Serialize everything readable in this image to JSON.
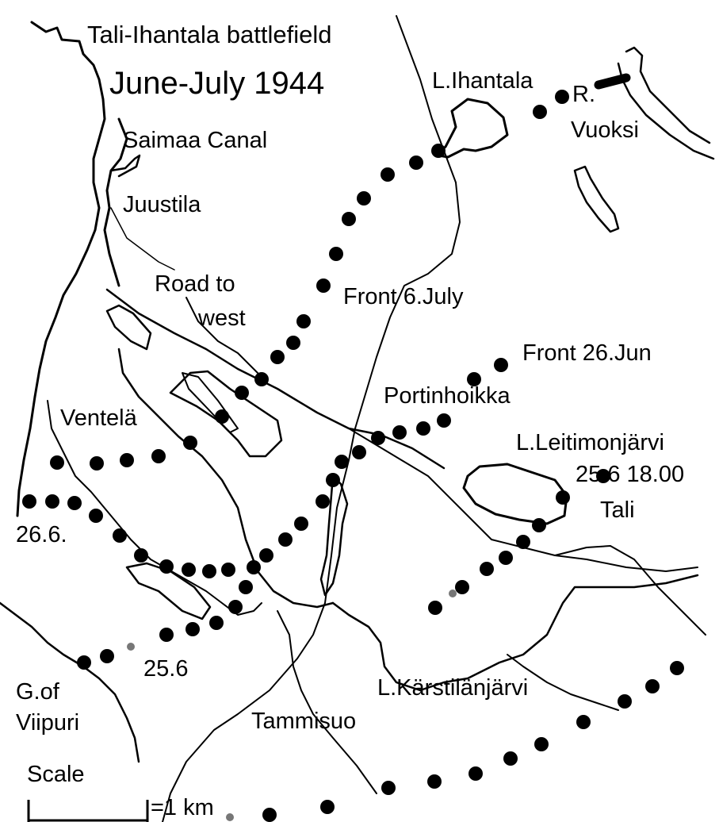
{
  "map": {
    "title": "Tali-Ihantala battlefield",
    "subtitle": "June-July 1944",
    "labels": {
      "lake_ihantala": "L.Ihantala",
      "river_vuoksi_1": "R.",
      "river_vuoksi_2": "Vuoksi",
      "saimaa_canal": "Saimaa Canal",
      "juustila": "Juustila",
      "road_to_west_1": "Road to",
      "road_to_west_2": "west",
      "front_6_july": "Front 6.July",
      "front_26_jun": "Front 26.Jun",
      "portinhoikka": "Portinhoikka",
      "ventela": "Ventelä",
      "lake_leitimonjarvi": "L.Leitimonjärvi",
      "time_25_6": "25.6 18.00",
      "tali": "Tali",
      "date_26_6": "26.6.",
      "date_25_6": "25.6",
      "gulf_1": "G.of",
      "gulf_2": "Viipuri",
      "tammisuo": "Tammisuo",
      "lake_karstilanjarvi": "L.Kärstilänjärvi",
      "scale": "Scale",
      "scale_value": "=1 km"
    }
  },
  "colors": {
    "ink": "#000000",
    "paper": "#ffffff"
  }
}
